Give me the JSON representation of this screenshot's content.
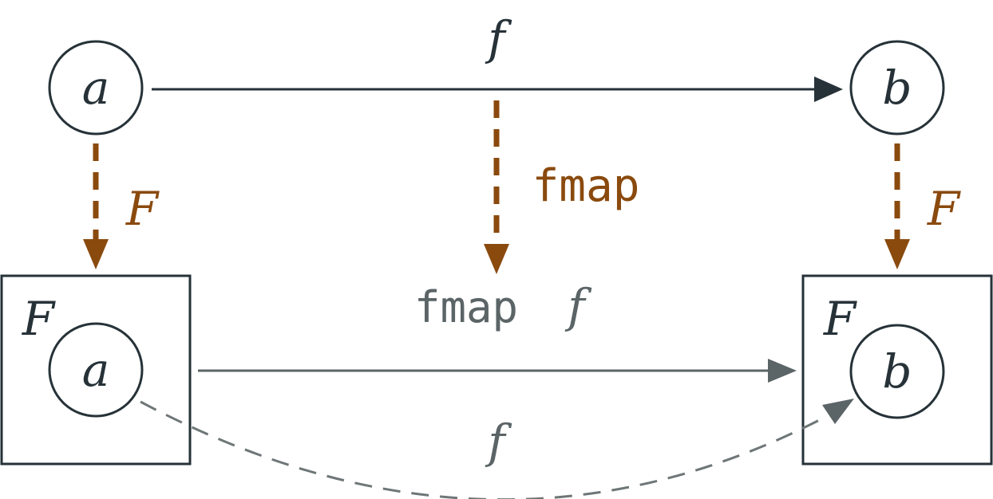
{
  "labels": {
    "node_a": "a",
    "node_b": "b",
    "node_fa": "a",
    "node_fb": "b",
    "functor_left": "F",
    "functor_right": "F",
    "box_left_label": "F",
    "box_right_label": "F",
    "top_arrow": "f",
    "fmap_arrow": "fmap",
    "bottom_arrow_code": "fmap",
    "bottom_arrow_fn": "f",
    "curved_arrow": "f"
  },
  "colors": {
    "dark": "#263238",
    "brown": "#8a4a0e",
    "gray": "#5b6466",
    "dash_gray": "#6e7677"
  }
}
